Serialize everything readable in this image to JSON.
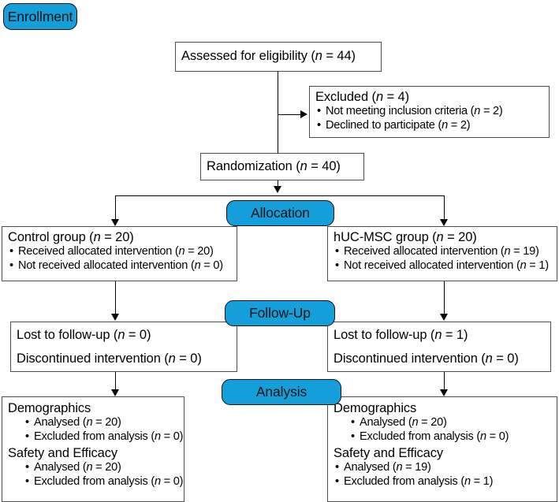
{
  "diagram": {
    "title": "CONSORT participant flow diagram",
    "accent_color": "#149fdb",
    "border_color": "#4d4d4d",
    "line_color": "#000000",
    "background": "#ffffff"
  },
  "stages": {
    "enrollment": "Enrollment",
    "allocation": "Allocation",
    "followup": "Follow-Up",
    "analysis": "Analysis"
  },
  "nodes": {
    "assessed": {
      "text_pre": "Assessed for eligibility (",
      "italic_n": "n",
      "text_post": " = 44)"
    },
    "excluded": {
      "heading_pre": "Excluded (",
      "heading_n": "n",
      "heading_post": " = 4)",
      "items": [
        {
          "pre": "Not meeting inclusion criteria (",
          "n": "n",
          "post": " = 2)"
        },
        {
          "pre": "Declined to participate (",
          "n": "n",
          "post": " = 2)"
        }
      ]
    },
    "randomization": {
      "text_pre": "Randomization (",
      "italic_n": "n",
      "text_post": " = 40)"
    },
    "control_group": {
      "heading_pre": "Control group (",
      "heading_n": "n",
      "heading_post": " = 20)",
      "items": [
        {
          "pre": "Received allocated intervention (",
          "n": "n",
          "post": " = 20)"
        },
        {
          "pre": "Not received allocated intervention (",
          "n": "n",
          "post": " = 0)"
        }
      ]
    },
    "msc_group": {
      "heading_pre": "hUC-MSC group (",
      "heading_n": "n",
      "heading_post": " = 20)",
      "items": [
        {
          "pre": "Received allocated intervention (",
          "n": "n",
          "post": " = 19)"
        },
        {
          "pre": "Not received allocated intervention (",
          "n": "n",
          "post": " = 1)"
        }
      ]
    },
    "control_followup": {
      "lines": [
        {
          "pre": "Lost to follow-up (",
          "n": "n",
          "post": " = 0)"
        },
        {
          "pre": "Discontinued intervention (",
          "n": "n",
          "post": " = 0)"
        }
      ]
    },
    "msc_followup": {
      "lines": [
        {
          "pre": "Lost to follow-up (",
          "n": "n",
          "post": " = 1)"
        },
        {
          "pre": "Discontinued intervention (",
          "n": "n",
          "post": " = 0)"
        }
      ]
    },
    "control_analysis": {
      "section1_heading": "Demographics",
      "section1_items": [
        {
          "pre": "Analysed (",
          "n": "n",
          "post": " = 20)"
        },
        {
          "pre": "Excluded from analysis (",
          "n": "n",
          "post": " = 0)"
        }
      ],
      "section2_heading": "Safety and Efficacy",
      "section2_items": [
        {
          "pre": "Analysed (",
          "n": "n",
          "post": " = 20)"
        },
        {
          "pre": "Excluded from analysis (",
          "n": "n",
          "post": " = 0)"
        }
      ]
    },
    "msc_analysis": {
      "section1_heading": "Demographics",
      "section1_items": [
        {
          "pre": "Analysed (",
          "n": "n",
          "post": " = 20)"
        },
        {
          "pre": "Excluded from analysis (",
          "n": "n",
          "post": " = 0)"
        }
      ],
      "section2_heading": "Safety and Efficacy",
      "section2_items": [
        {
          "pre": "Analysed (",
          "n": "n",
          "post": " = 19)"
        },
        {
          "pre": "Excluded from analysis (",
          "n": "n",
          "post": " = 1)"
        }
      ]
    }
  },
  "chart_data": {
    "type": "table",
    "title": "CONSORT flow: hUC-MSC vs control",
    "stages": [
      "Enrollment",
      "Allocation",
      "Follow-Up",
      "Analysis"
    ],
    "counts": {
      "assessed_for_eligibility": 44,
      "excluded_total": 4,
      "excluded_not_meeting_inclusion_criteria": 2,
      "excluded_declined_to_participate": 2,
      "randomized": 40,
      "control_allocated": 20,
      "control_received_intervention": 20,
      "control_not_received_intervention": 0,
      "msc_allocated": 20,
      "msc_received_intervention": 19,
      "msc_not_received_intervention": 1,
      "control_lost_to_followup": 0,
      "control_discontinued": 0,
      "msc_lost_to_followup": 1,
      "msc_discontinued": 0,
      "control_demographics_analysed": 20,
      "control_demographics_excluded": 0,
      "control_safety_efficacy_analysed": 20,
      "control_safety_efficacy_excluded": 0,
      "msc_demographics_analysed": 20,
      "msc_demographics_excluded": 0,
      "msc_safety_efficacy_analysed": 19,
      "msc_safety_efficacy_excluded": 1
    }
  }
}
